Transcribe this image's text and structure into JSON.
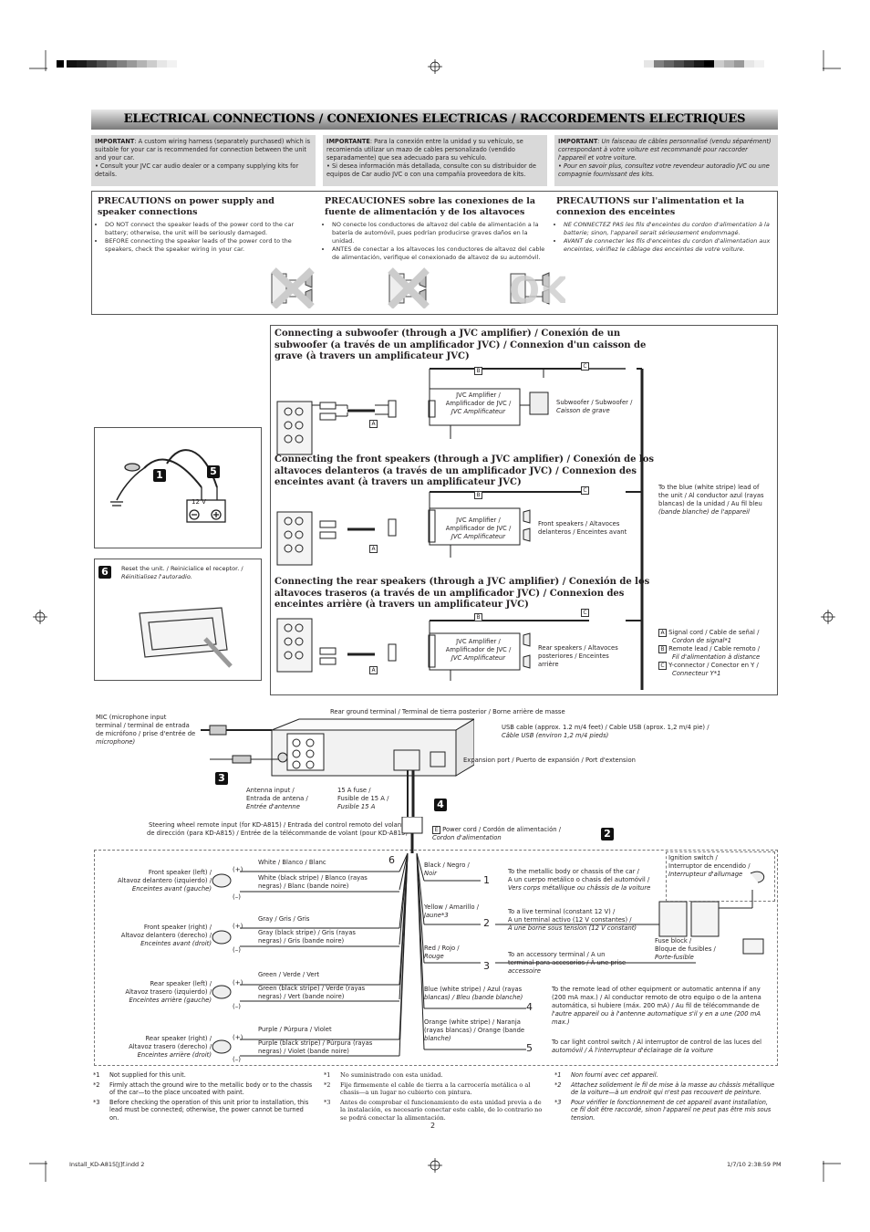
{
  "page_title": "ELECTRICAL CONNECTIONS / CONEXIONES ELECTRICAS / RACCORDEMENTS ELECTRIQUES",
  "important": [
    {
      "head": "IMPORTANT",
      "text": ": A custom wiring harness (separately purchased) which is suitable for your car is recommended for connection between the unit and your car.",
      "bullet": "Consult your JVC car audio dealer or a company supplying kits for details."
    },
    {
      "head": "IMPORTANTE",
      "text": ": Para la conexión entre la unidad y su vehículo, se recomienda utilizar un mazo de cables personalizado (vendido separadamente) que sea adecuado para su vehículo.",
      "bullet": "Si desea información más detallada, consulte con su distribuidor de equipos de Car audio JVC o con una compañía proveedora de kits."
    },
    {
      "head": "IMPORTANT",
      "text": ": Un faisceau de câbles personnalisé (vendu séparément) correspondant à votre voiture est recommandé pour raccorder l'appareil et votre voiture.",
      "bullet": "Pour en savoir plus, consultez votre revendeur autoradio JVC ou une compagnie fournissant des kits."
    }
  ],
  "precautions": [
    {
      "title": "PRECAUTIONS on power supply and speaker connections",
      "items": [
        "DO NOT connect the speaker leads of the power cord to the car battery; otherwise, the unit will be seriously damaged.",
        "BEFORE connecting the speaker leads of the power cord to the speakers, check the speaker wiring in your car."
      ]
    },
    {
      "title": "PRECAUCIONES sobre las conexiones de la fuente de alimentación y de los altavoces",
      "items": [
        "NO conecte los conductores de altavoz del cable de alimentación a la batería de automóvil, pues podrían producirse graves daños en la unidad.",
        "ANTES de conectar a los altavoces los conductores de altavoz del cable de alimentación, verifique el conexionado de altavoz de su automóvil."
      ]
    },
    {
      "title": "PRECAUTIONS sur l'alimentation et la connexion des enceintes",
      "items": [
        "NE CONNECTEZ PAS les fils d'enceintes du cordon d'alimentation à la batterie; sinon, l'appareil serait sérieusement endommagé.",
        "AVANT de connecter les fils d'enceintes du cordon d'alimentation aux enceintes, vérifiez le câblage des enceintes de votre voiture."
      ]
    }
  ],
  "ok_label": "OK",
  "sections": [
    {
      "title": "Connecting a subwoofer (through a JVC amplifier) / Conexión de un subwoofer (a través de un amplificador JVC) / Connexion d'un caisson de grave (à travers un amplificateur JVC)",
      "amp": [
        "JVC Amplifier /",
        "Amplificador de JVC /",
        "JVC Amplificateur"
      ],
      "spk": [
        "Subwoofer / ",
        "Subwoofer /",
        "Caisson de grave"
      ]
    },
    {
      "title": "Connecting the front speakers (through a JVC amplifier) / Conexión de los altavoces delanteros (a través de un amplificador JVC) / Connexion des enceintes avant (à travers un amplificateur JVC)",
      "amp": [
        "JVC Amplifier /",
        "Amplificador de JVC /",
        "JVC Amplificateur"
      ],
      "spk": [
        "Front speakers / ",
        "Altavoces",
        "delanteros / Enceintes avant"
      ]
    },
    {
      "title": "Connecting the rear speakers (through a JVC amplifier) / Conexión de los altavoces traseros (a través de un amplificador JVC) / Connexion des enceintes arrière (à travers un amplificateur JVC)",
      "amp": [
        "JVC Amplifier /",
        "Amplificador de JVC /",
        "JVC Amplificateur"
      ],
      "spk": [
        "Rear speakers / ",
        "Altavoces",
        "posteriores / Enceintes arrière"
      ]
    }
  ],
  "letters": {
    "a": "A",
    "b": "B",
    "c": "C",
    "e": "E"
  },
  "blue_lead": [
    "To the blue (white stripe) lead of",
    "the unit / Al conductor azul (rayas",
    "blancas) de la unidad / Au fil bleu",
    "(bande blanche) de l'appareil"
  ],
  "legend": [
    {
      "k": "A",
      "t": "Signal cord / Cable de señal /",
      "i": "Cordon de signal*1"
    },
    {
      "k": "B",
      "t": "Remote lead / Cable remoto /",
      "i": "Fil d'alimentation à distance"
    },
    {
      "k": "C",
      "t": "Y-connector / Conector en Y /",
      "i": "Connecteur Y*1"
    }
  ],
  "battery_label": "12 V",
  "reset": {
    "num": "6",
    "text": "Reset the unit. / Reinicialice el receptor. /",
    "it": "Réinitialisez l'autoradio."
  },
  "steps": {
    "one": "1",
    "five": "5",
    "three": "3",
    "four": "4",
    "two": "2"
  },
  "unit_labels": {
    "mic": [
      "MIC (microphone input",
      "terminal / terminal de entrada",
      "de micrófono / prise d'entrée de",
      "microphone)"
    ],
    "rear_ground": "Rear ground terminal / Terminal de tierra posterior / Borne arrière de masse",
    "usb": [
      "USB cable (approx. 1.2 m/4 feet) / Cable USB (aprox. 1,2 m/4 pie) /",
      "Câble USB (environ 1,2 m/4 pieds)"
    ],
    "expansion": "Expansion port / Puerto de expansión / Port d'extension",
    "antenna": [
      "Antenna input /",
      "Entrada de antena /",
      "Entrée d'antenne"
    ],
    "fuse": [
      "15 A fuse /",
      "Fusible de 15 A /",
      "Fusible 15 A"
    ],
    "steering": [
      "Steering wheel remote input (for KD-A815) / Entrada del control remoto del volante",
      "de dirección (para KD-A815) / Entrée de la télécommande de volant (pour KD-A815)"
    ],
    "power_cord": [
      "Power cord / Cordón de alimentación /",
      "Cordon d'alimentation"
    ]
  },
  "speaker_wires": [
    {
      "spk": [
        "Front speaker (left) /",
        "Altavoz delantero (izquierdo) /",
        "Enceintes avant (gauche)"
      ],
      "w1": "White / Blanco / Blanc",
      "w2": [
        "White (black stripe) / Blanco (rayas",
        "negras) / Blanc (bande noire)"
      ]
    },
    {
      "spk": [
        "Front speaker (right) /",
        "Altavoz delantero (derecho) /",
        "Enceintes avant (droit)"
      ],
      "w1": "Gray / Gris / Gris",
      "w2": [
        "Gray (black stripe) / Gris (rayas",
        "negras) / Gris (bande noire)"
      ]
    },
    {
      "spk": [
        "Rear speaker (left) /",
        "Altavoz trasero (izquierdo) /",
        "Enceintes arrière (gauche)"
      ],
      "w1": "Green / Verde / Vert",
      "w2": [
        "Green (black stripe) / Verde (rayas",
        "negras) / Vert (bande noire)"
      ]
    },
    {
      "spk": [
        "Rear speaker (right) /",
        "Altavoz trasero (derecho) /",
        "Enceintes arrière (droit)"
      ],
      "w1": "Purple / Púrpura / Violet",
      "w2": [
        "Purple (black stripe) / Púrpura (rayas",
        "negras) / Violet (bande noire)"
      ]
    }
  ],
  "power_wires": [
    {
      "n": "1",
      "w": [
        "Black / Negro /",
        "Noir"
      ],
      "to": [
        "To the metallic body or chassis of the car /",
        "A un cuerpo metálico o chasis del automóvil /",
        "Vers corps métallique ou châssis de la voiture"
      ]
    },
    {
      "n": "2",
      "w": [
        "Yellow / Amarillo /",
        "Jaune*3"
      ],
      "to": [
        "To a live terminal (constant 12 V) /",
        "A un terminal activo (12 V constantes) /",
        "À une borne sous tension (12 V constant)"
      ]
    },
    {
      "n": "3",
      "w": [
        "Red / Rojo /",
        "Rouge"
      ],
      "to": [
        "To an accessory terminal / A un",
        "terminal para accesorios / À une prise",
        "accessoire"
      ]
    },
    {
      "n": "4",
      "w": [
        "Blue (white stripe) / Azul (rayas",
        "blancas) / Bleu (bande blanche)"
      ],
      "to": [
        "To the remote lead of other equipment or automatic antenna if any",
        "(200 mA max.) / Al conductor remoto de otro equipo o de la antena",
        "automática, si hubiere (máx. 200 mA) / Au fil de télécommande de",
        "l'autre appareil ou à l'antenne automatique s'il y en a une (200 mA max.)"
      ]
    },
    {
      "n": "5",
      "w": [
        "Orange (white stripe) / Naranja",
        "(rayas blancas) / Orange (bande",
        "blanche)"
      ],
      "to": [
        "To car light control switch / Al interruptor de control de las luces del",
        "automóvil / À l'interrupteur d'éclairage de la voiture"
      ]
    }
  ],
  "six_label": "6",
  "ignition": [
    "Ignition switch /",
    "Interruptor de encendido /",
    "Interrupteur d'allumage"
  ],
  "fuse_block": [
    "Fuse block /",
    "Bloque de fusibles /",
    "Porte-fusible"
  ],
  "footnotes": [
    [
      {
        "m": "*1",
        "t": "Not supplied for this unit."
      },
      {
        "m": "*2",
        "t": "Firmly attach the ground wire to the metallic body or to the chassis of the car—to the place uncoated with paint."
      },
      {
        "m": "*3",
        "t": "Before checking the operation of this unit prior to installation, this lead must be connected; otherwise, the power cannot be turned on."
      }
    ],
    [
      {
        "m": "*1",
        "t": "No suministrado con esta unidad."
      },
      {
        "m": "*2",
        "t": "Fije firmemente el cable de tierra a la carrocería metálica o al chasis—a un lugar no cubierto con pintura."
      },
      {
        "m": "*3",
        "t": "Antes de comprobar el funcionamiento de esta unidad previa a de la instalación, es necesario conectar este cable, de lo contrario no se podrá conectar la alimentación."
      }
    ],
    [
      {
        "m": "*1",
        "t": "Non fourni avec cet appareil."
      },
      {
        "m": "*2",
        "t": "Attachez solidement le fil de mise à la masse au châssis métallique de la voiture—à un endroit qui n'est pas recouvert de peinture."
      },
      {
        "m": "*3",
        "t": "Pour vérifier le fonctionnement de cet appareil avant installation, ce fil doit être raccordé, sinon l'appareil ne peut pas être mis sous tension."
      }
    ]
  ],
  "page_number": "2",
  "footer_left": "Install_KD-A815[J]f.indd   2",
  "footer_right": "1/7/10   2:38:59 PM"
}
